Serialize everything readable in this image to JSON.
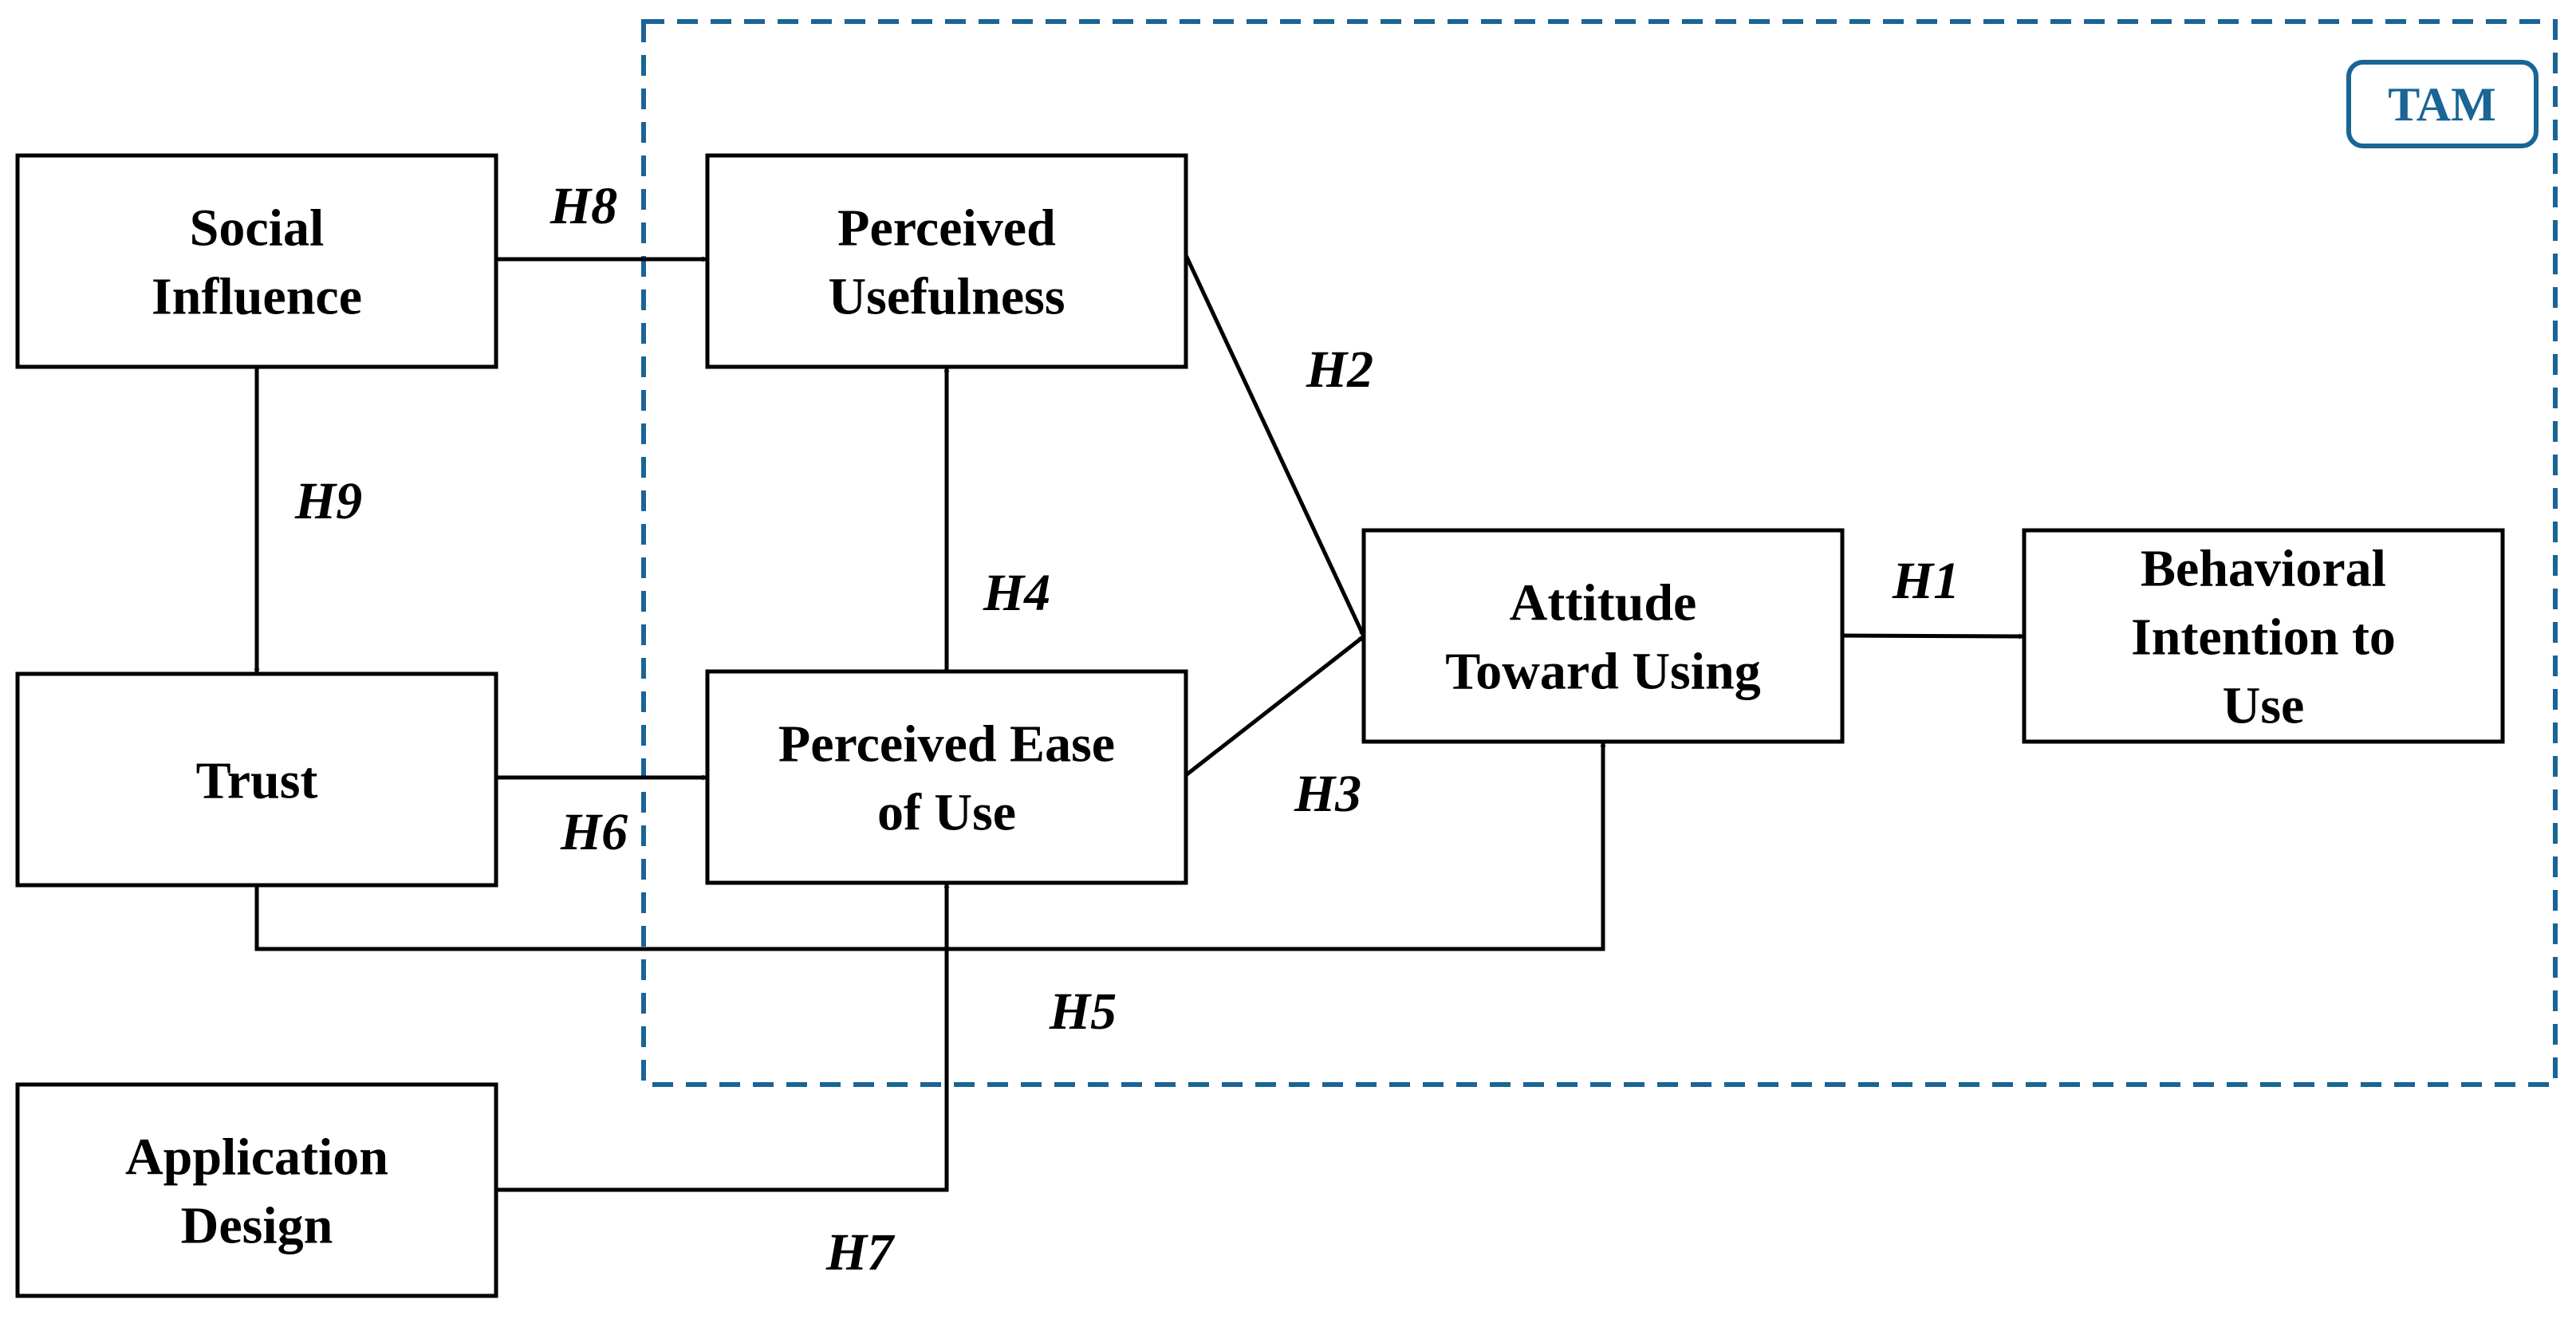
{
  "theme": {
    "accent": "#1a6496",
    "ink": "#000000",
    "background": "#ffffff"
  },
  "tam_label": "TAM",
  "nodes": {
    "social_influence": {
      "lines": [
        "Social",
        "Influence"
      ]
    },
    "trust": {
      "lines": [
        "Trust"
      ]
    },
    "application_design": {
      "lines": [
        "Application",
        "Design"
      ]
    },
    "perceived_usefulness": {
      "lines": [
        "Perceived",
        "Usefulness"
      ]
    },
    "perceived_ease_of_use": {
      "lines": [
        "Perceived Ease",
        "of Use"
      ]
    },
    "attitude_toward_using": {
      "lines": [
        "Attitude",
        "Toward Using"
      ]
    },
    "behavioral_intention": {
      "lines": [
        "Behavioral",
        "Intention to",
        "Use"
      ]
    }
  },
  "edges": [
    {
      "id": "H1",
      "label": "H1",
      "from": "attitude_toward_using",
      "to": "behavioral_intention"
    },
    {
      "id": "H2",
      "label": "H2",
      "from": "perceived_usefulness",
      "to": "attitude_toward_using"
    },
    {
      "id": "H3",
      "label": "H3",
      "from": "perceived_ease_of_use",
      "to": "attitude_toward_using"
    },
    {
      "id": "H4",
      "label": "H4",
      "from": "perceived_ease_of_use",
      "to": "perceived_usefulness"
    },
    {
      "id": "H5",
      "label": "H5",
      "from": "trust",
      "to": "attitude_toward_using"
    },
    {
      "id": "H6",
      "label": "H6",
      "from": "trust",
      "to": "perceived_ease_of_use"
    },
    {
      "id": "H7",
      "label": "H7",
      "from": "application_design",
      "to": "perceived_ease_of_use"
    },
    {
      "id": "H8",
      "label": "H8",
      "from": "social_influence",
      "to": "perceived_usefulness"
    },
    {
      "id": "H9",
      "label": "H9",
      "from": "social_influence",
      "to": "trust"
    }
  ]
}
